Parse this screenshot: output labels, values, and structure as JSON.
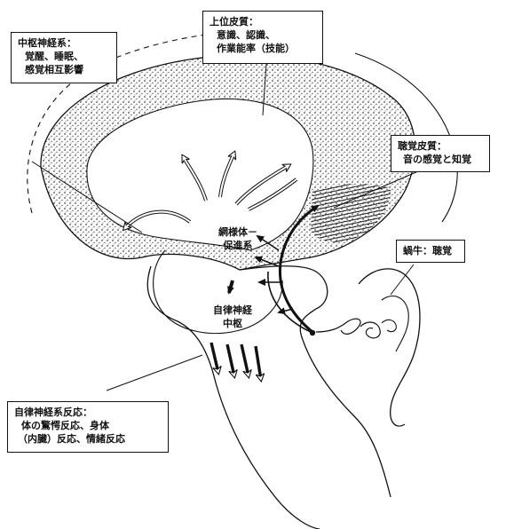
{
  "labels": {
    "cns": {
      "title": "中枢神経系：",
      "lines": [
        "覚醒、睡眠、",
        "感覚相互影響"
      ]
    },
    "higher_cortex": {
      "title": "上位皮質：",
      "lines": [
        "意識、認識、",
        "作業能率（技能）"
      ]
    },
    "auditory_cortex": {
      "title": "聴覚皮質：",
      "lines": [
        "音の感覚と知覚"
      ]
    },
    "cochlea": {
      "title": "蝸牛：聴覚"
    },
    "reticular": {
      "lines": [
        "網様体－",
        "促進系"
      ]
    },
    "autonomic_center": {
      "lines": [
        "自律神経",
        "中枢"
      ]
    },
    "autonomic_response": {
      "title": "自律神経系反応：",
      "lines": [
        "体の驚愕反応、身体",
        "（内臓）反応、情緒反応"
      ]
    }
  },
  "colors": {
    "ink": "#111111",
    "stipple": "#4a4a4a",
    "paper": "#ffffff"
  }
}
